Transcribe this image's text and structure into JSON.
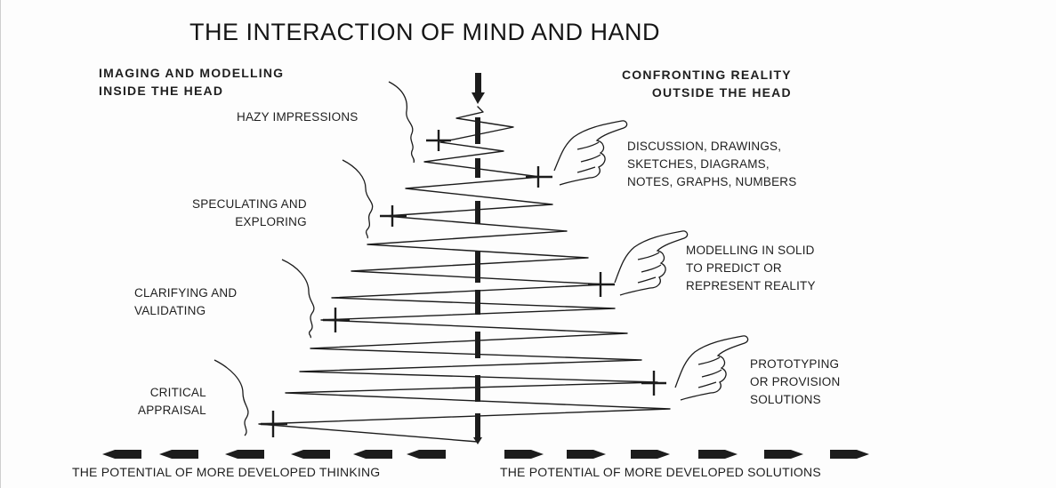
{
  "title": "THE INTERACTION OF MIND AND HAND",
  "headings": {
    "left": "IMAGING AND MODELLING\nINSIDE THE HEAD",
    "right": "CONFRONTING REALITY\nOUTSIDE THE HEAD"
  },
  "left_stages": [
    "HAZY IMPRESSIONS",
    "SPECULATING AND\nEXPLORING",
    "CLARIFYING AND\nVALIDATING",
    "CRITICAL\nAPPRAISAL"
  ],
  "right_stages": [
    "DISCUSSION, DRAWINGS,\nSKETCHES, DIAGRAMS,\nNOTES, GRAPHS, NUMBERS",
    "MODELLING IN SOLID\nTO PREDICT OR\nREPRESENT REALITY",
    "PROTOTYPING\nOR PROVISION\nSOLUTIONS"
  ],
  "footer": {
    "left": "THE POTENTIAL OF MORE DEVELOPED THINKING",
    "right": "THE POTENTIAL OF MORE DEVELOPED SOLUTIONS"
  },
  "colors": {
    "ink": "#1c1c1c",
    "background": "#fdfdfd"
  },
  "icons": [
    "pointing-hand-icon",
    "squiggle-bracket-icon",
    "arrow-left-icon",
    "arrow-right-icon"
  ]
}
